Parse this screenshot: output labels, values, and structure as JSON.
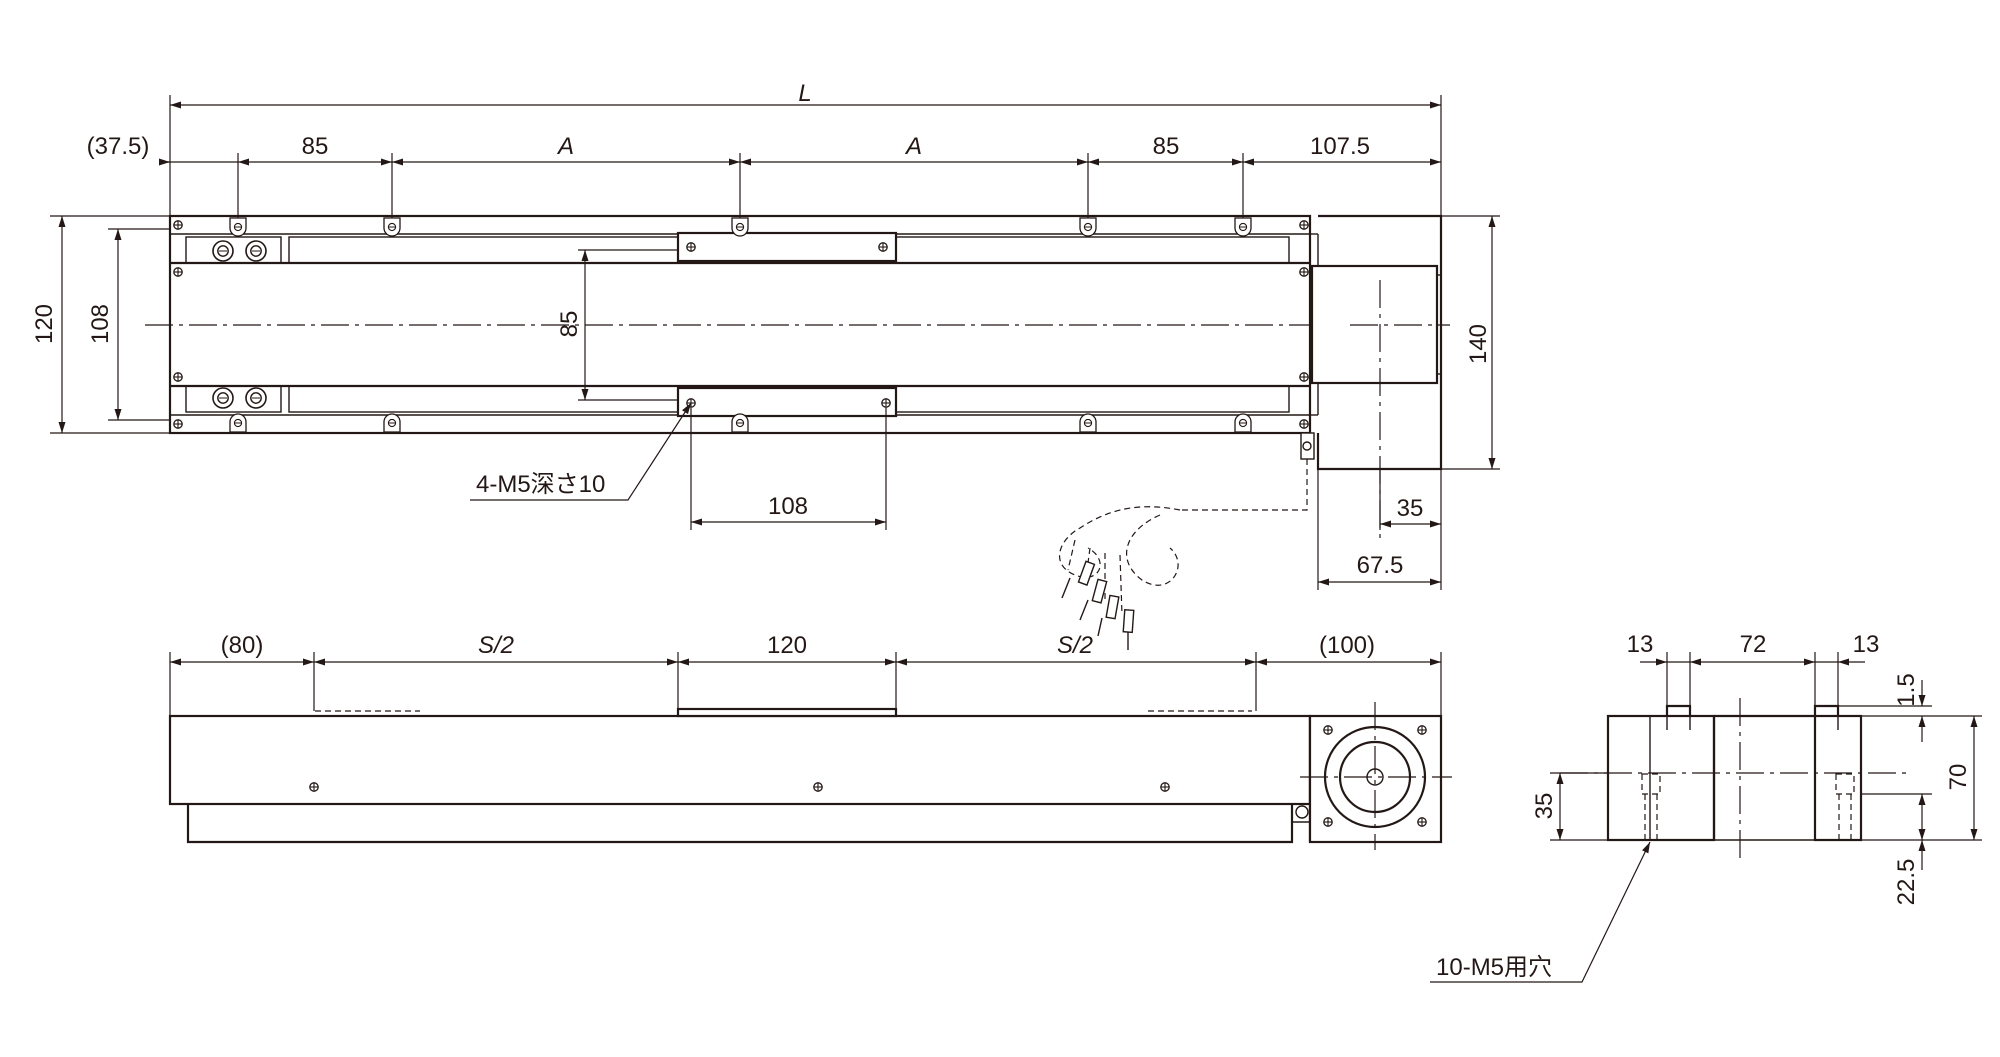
{
  "top_view": {
    "dim_L": "L",
    "dim_left_offset": "(37.5)",
    "dim_85_left": "85",
    "dim_A_1": "A",
    "dim_A_2": "A",
    "dim_85_right": "85",
    "dim_1075": "107.5",
    "dim_120": "120",
    "dim_108_left": "108",
    "dim_85_inner": "85",
    "dim_140": "140",
    "dim_108_bottom": "108",
    "dim_35": "35",
    "dim_675": "67.5",
    "note_tapped": "4-M5深さ10"
  },
  "front_view": {
    "dim_80": "(80)",
    "dim_S2_1": "S/2",
    "dim_120": "120",
    "dim_S2_2": "S/2",
    "dim_100": "(100)"
  },
  "side_view": {
    "dim_13_left": "13",
    "dim_72": "72",
    "dim_13_right": "13",
    "dim_15": "1.5",
    "dim_70": "70",
    "dim_35": "35",
    "dim_225": "22.5",
    "note_holes": "10-M5用穴"
  }
}
